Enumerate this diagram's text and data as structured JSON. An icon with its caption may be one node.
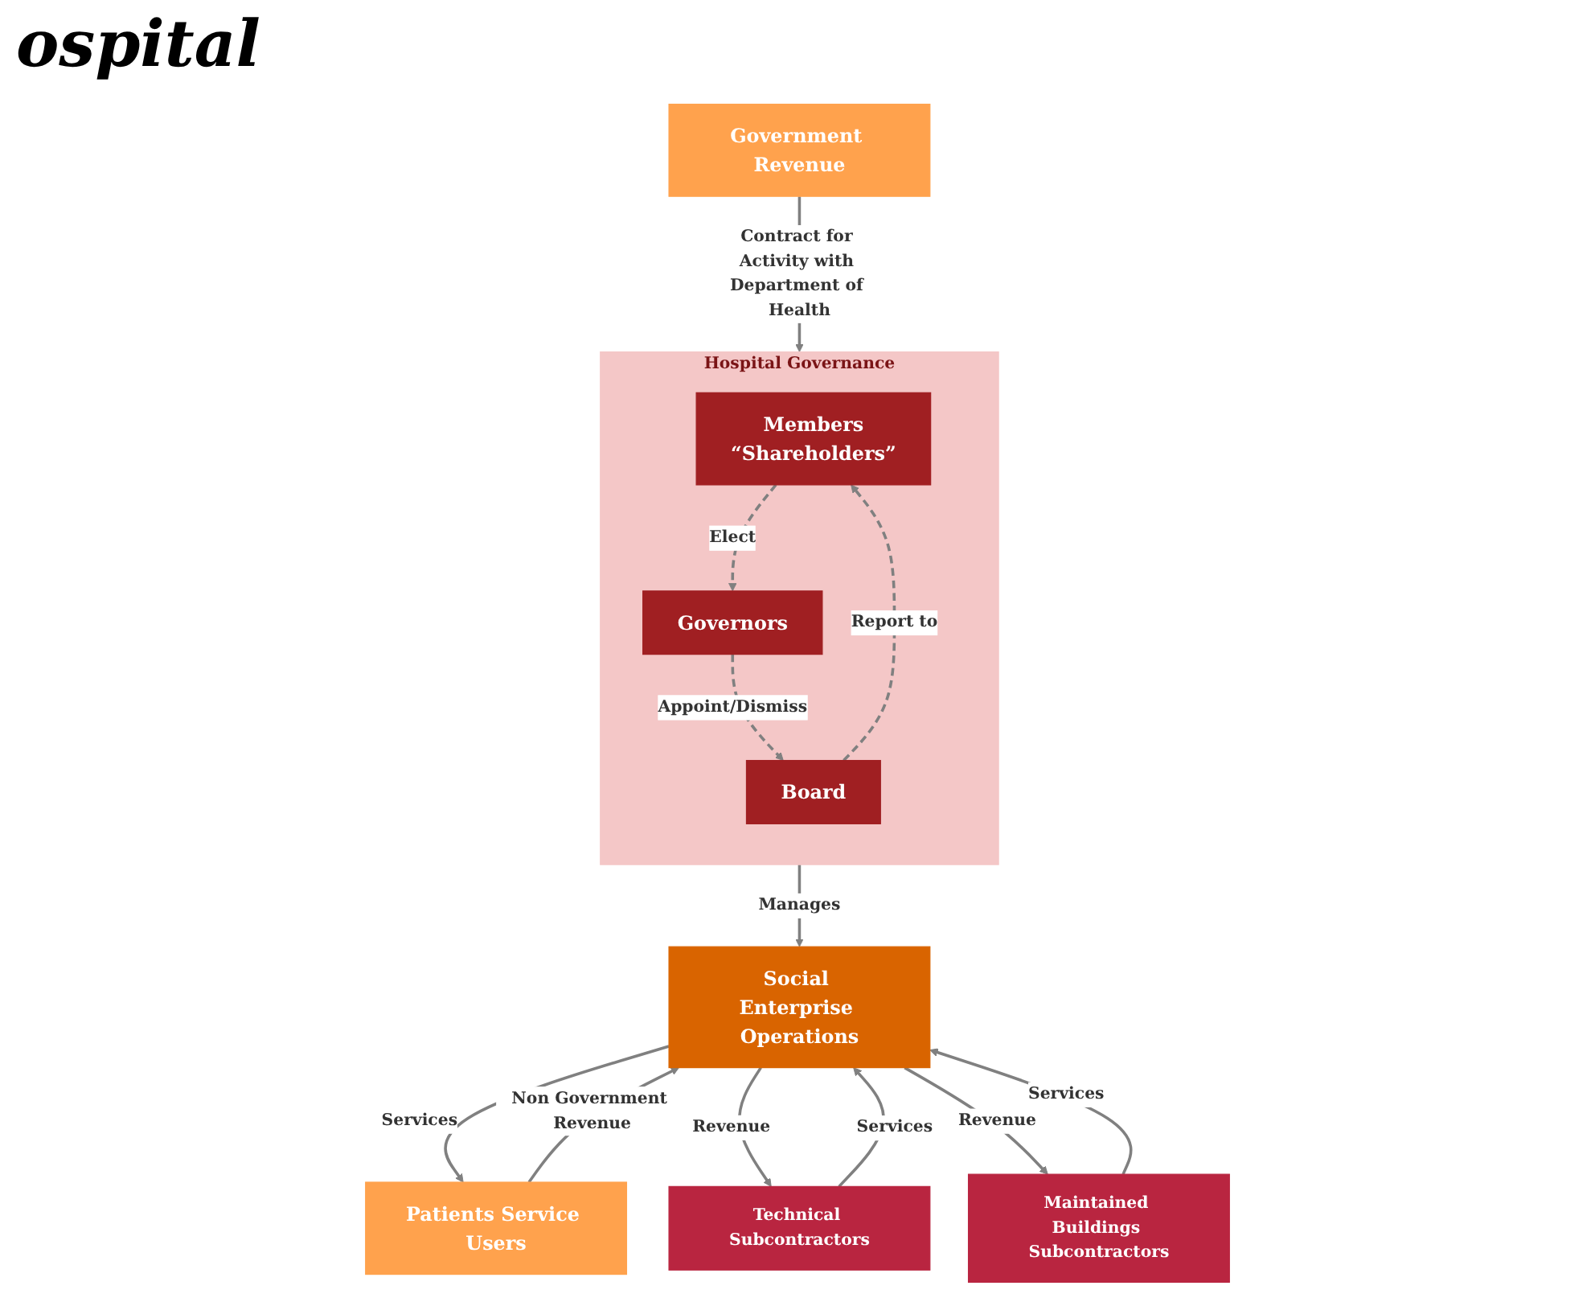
{
  "diagram": {
    "title": "ospital",
    "nodes": [
      {
        "text": [
          "Hospital Governance"
        ]
      },
      {
        "text": [
          "Members",
          "“Shareholders”"
        ],
        "in": 0
      },
      {
        "text": [
          "Board"
        ],
        "in": 0
      },
      {
        "text": [
          "Governors"
        ],
        "in": 0
      },
      {
        "text": [
          "Social Enterprise Operations"
        ]
      },
      {
        "text": [
          "Technical Subcontractors"
        ]
      },
      {
        "text": [
          "Maintained Buildings Subcontractors"
        ]
      },
      {
        "text": [
          "Government Revenue"
        ]
      },
      {
        "text": [
          "Patients Service Users"
        ]
      }
    ],
    "edges": [
      {
        "from": 2,
        "to": 1,
        "arrow": "to",
        "label": "Report to",
        "style": "dashed"
      },
      {
        "from": 1,
        "to": 3,
        "arrow": "to",
        "label": "Elect",
        "style": "dashed"
      },
      {
        "from": 3,
        "to": 2,
        "arrow": "to",
        "label": "Appoint/Dismiss",
        "style": "dashed"
      },
      {
        "from": 0,
        "to": 4,
        "arrow": "to",
        "label": "Manages"
      },
      {
        "from": 7,
        "to": 0,
        "arrow": "to",
        "label": "Contract for Activity with Department of Health"
      },
      {
        "from": 4,
        "to": 8,
        "arrow": "to",
        "label": "Services"
      },
      {
        "from": 8,
        "to": 4,
        "arrow": "to",
        "label": "Non Government Revenue"
      },
      {
        "from": 4,
        "to": 5,
        "arrow": "to",
        "label": "Revenue"
      },
      {
        "from": 5,
        "to": 4,
        "arrow": "to",
        "label": "Services"
      },
      {
        "from": 6,
        "to": 4,
        "arrow": "to",
        "label": "Services"
      },
      {
        "from": 4,
        "to": 6,
        "arrow": "to",
        "label": "Revenue"
      }
    ]
  }
}
